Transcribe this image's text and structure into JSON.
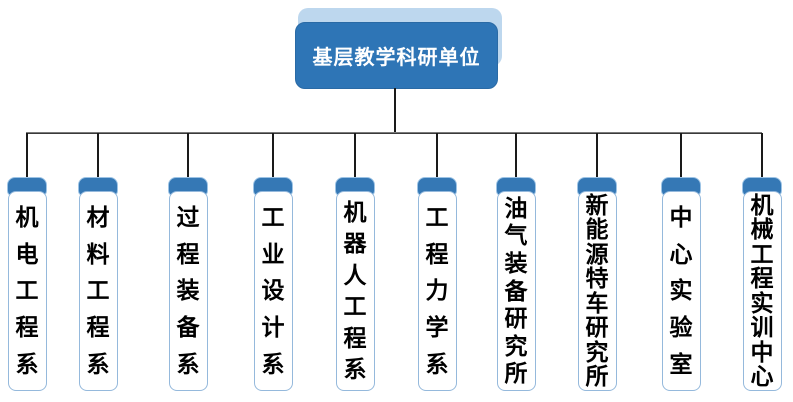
{
  "diagram": {
    "type": "org-chart",
    "root": {
      "label": "基层教学科研单位"
    },
    "children": [
      {
        "label": "机电工程系"
      },
      {
        "label": "材料工程系"
      },
      {
        "label": "过程装备系"
      },
      {
        "label": "工业设计系"
      },
      {
        "label": "机器人工程系"
      },
      {
        "label": "工程力学系"
      },
      {
        "label": "油气装备研究所"
      },
      {
        "label": "新能源特车研究所"
      },
      {
        "label": "中心实验室"
      },
      {
        "label": "机械工程实训中心"
      }
    ]
  },
  "colors": {
    "primary_blue": "#2E75B6",
    "cap_blue": "#3578B5",
    "back_blue": "#BDD7EE",
    "body_border": "#95B9DC",
    "connector": "#1A1A1A",
    "root_text": "#FFFFFF",
    "node_text": "#000000"
  }
}
